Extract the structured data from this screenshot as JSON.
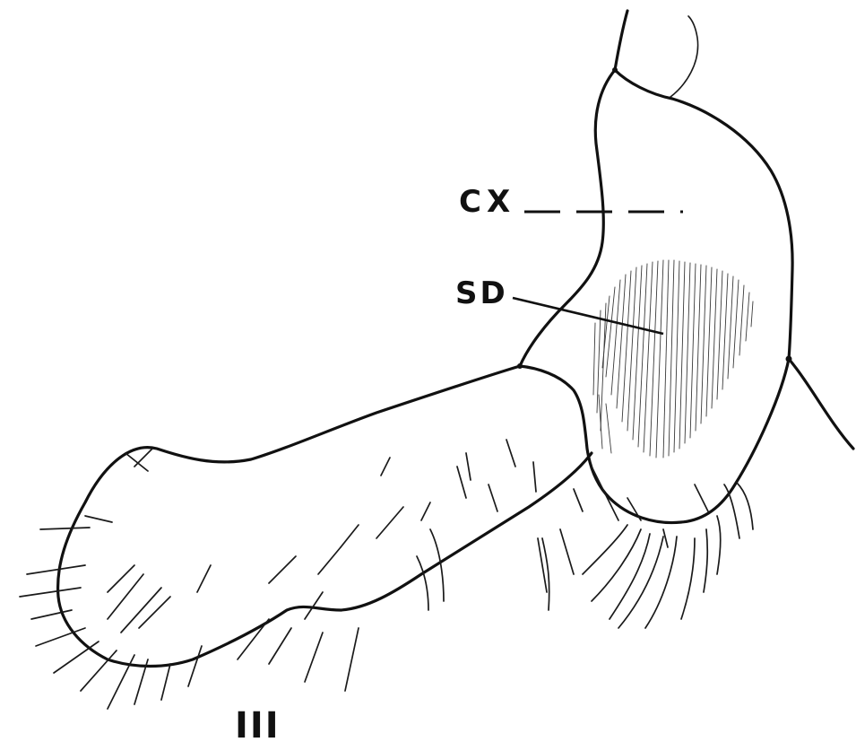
{
  "figure": {
    "labels": [
      {
        "id": "cx",
        "text": "CX"
      },
      {
        "id": "sd",
        "text": "SD"
      }
    ],
    "numeral": "III"
  },
  "colors": {
    "ink": "#111111",
    "paper": "#ffffff"
  }
}
